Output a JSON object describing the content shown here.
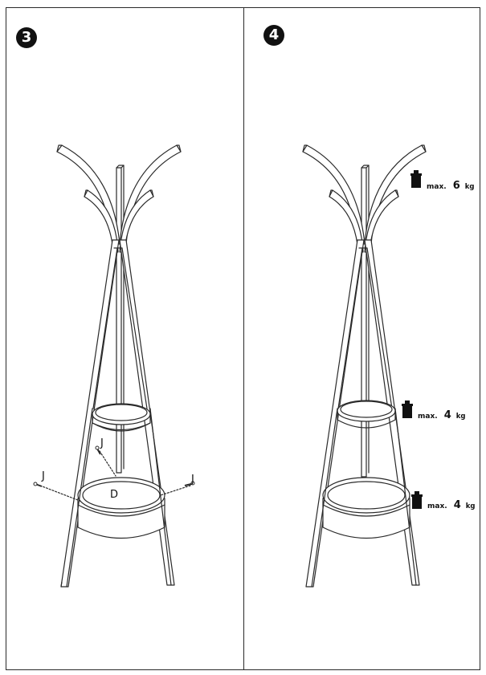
{
  "steps": [
    {
      "number": "3",
      "badge": "❸",
      "labels": {
        "screw_top": "J",
        "screw_left": "J",
        "screw_right": "J",
        "basket": "D"
      }
    },
    {
      "number": "4",
      "badge": "❹",
      "load_limits": [
        {
          "position": "hooks",
          "prefix": "max.",
          "value": "6",
          "unit": "kg"
        },
        {
          "position": "upper-ring",
          "prefix": "max.",
          "value": "4",
          "unit": "kg"
        },
        {
          "position": "lower-basket",
          "prefix": "max.",
          "value": "4",
          "unit": "kg"
        }
      ]
    }
  ],
  "colors": {
    "line": "#2a2a2a",
    "badge": "#111111"
  },
  "icons": {
    "weight": "weight-icon",
    "screw": "screw-icon"
  }
}
